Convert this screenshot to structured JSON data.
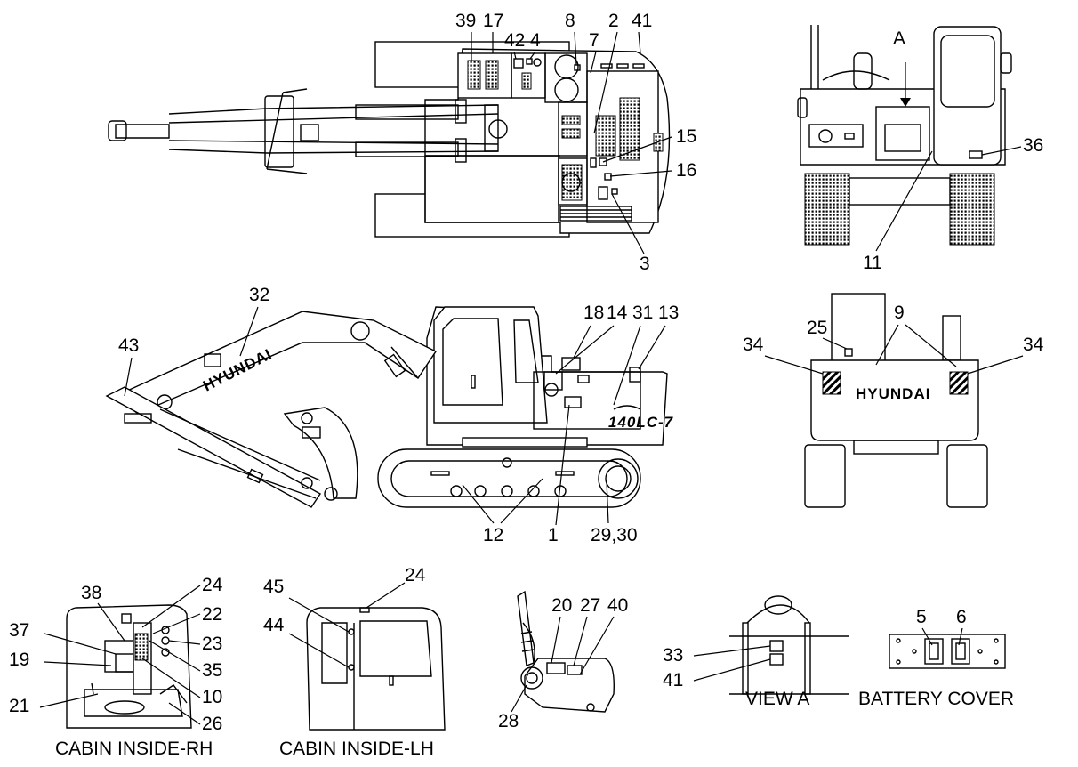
{
  "captions": {
    "cabin_rh": "CABIN INSIDE-RH",
    "cabin_lh": "CABIN INSIDE-LH",
    "view_a": "VIEW A",
    "battery_cover": "BATTERY COVER",
    "view_marker": "A"
  },
  "logos": {
    "boom": "HYUNDAI",
    "rear": "HYUNDAI",
    "model": "140LC-7"
  },
  "callouts": {
    "top": [
      "39",
      "17",
      "42",
      "4",
      "8",
      "7",
      "2",
      "41",
      "15",
      "16",
      "3"
    ],
    "front": [
      "36",
      "11"
    ],
    "side": [
      "32",
      "43",
      "18",
      "14",
      "31",
      "13",
      "12",
      "1",
      "29,30"
    ],
    "rear": [
      "25",
      "9",
      "34",
      "34"
    ],
    "cabin_rh": [
      "38",
      "24",
      "22",
      "23",
      "37",
      "35",
      "19",
      "10",
      "21",
      "26"
    ],
    "cabin_lh": [
      "45",
      "24",
      "44"
    ],
    "joystick": [
      "20",
      "27",
      "40",
      "28"
    ],
    "view_a": [
      "33",
      "41"
    ],
    "battery": [
      "5",
      "6"
    ]
  }
}
